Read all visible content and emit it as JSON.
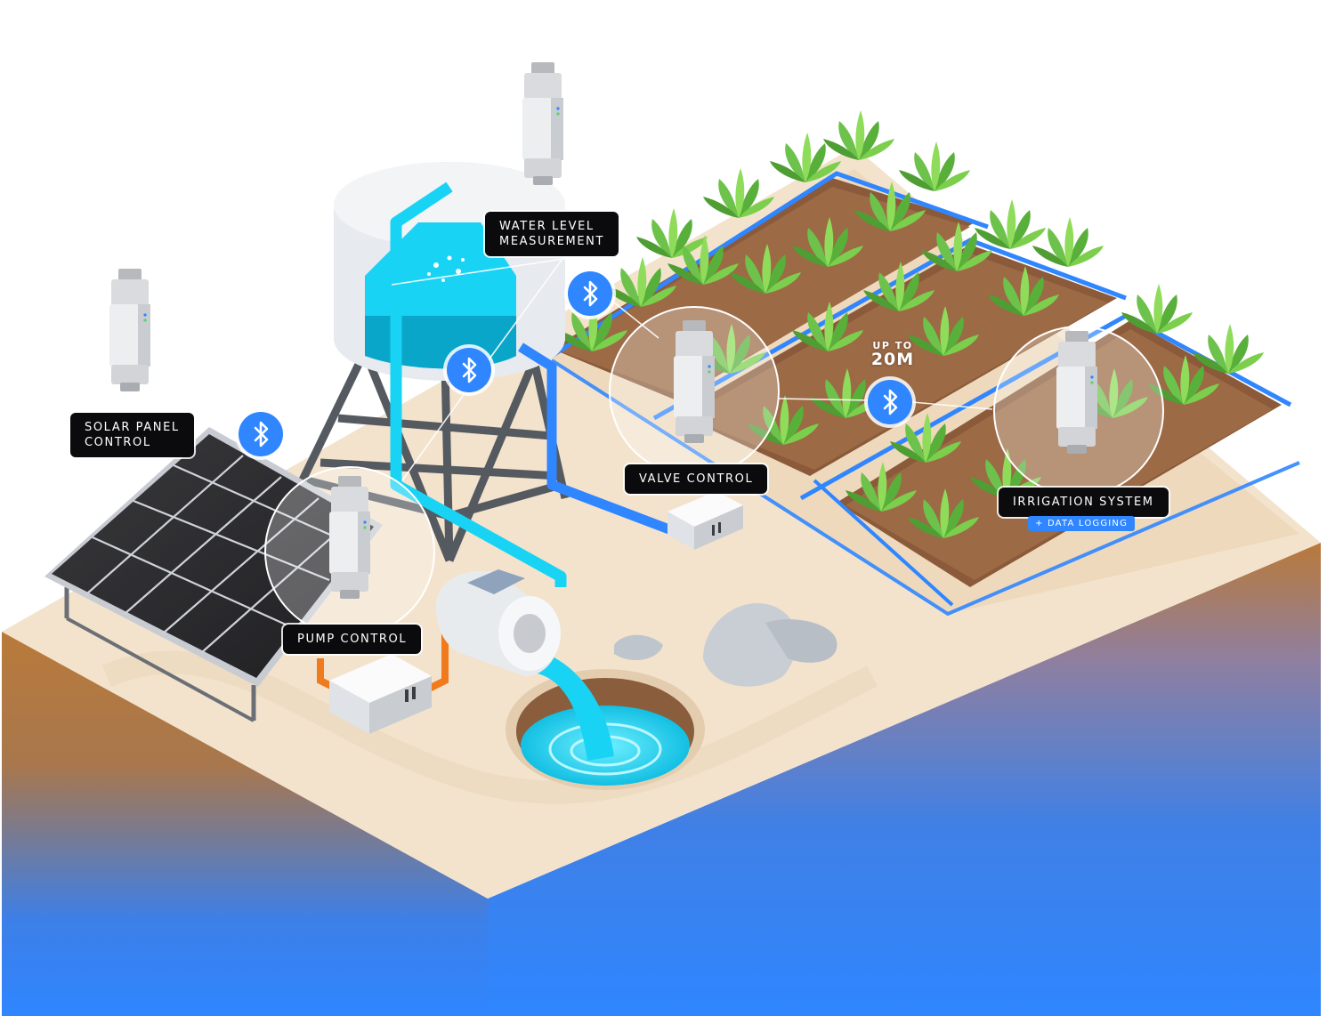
{
  "labels": {
    "water_level": "WATER LEVEL\nMEASUREMENT",
    "solar_panel": "SOLAR PANEL\nCONTROL",
    "valve": "VALVE CONTROL",
    "pump": "PUMP CONTROL",
    "irrigation": "IRRIGATION SYSTEM",
    "irrigation_badge": "+ DATA LOGGING"
  },
  "range": {
    "prefix": "UP TO",
    "value": "20M"
  },
  "icons": [
    "bluetooth-icon",
    "din-rail-controller-icon",
    "solar-panel-icon",
    "water-tower-icon",
    "pump-icon",
    "well-icon",
    "plant-icon",
    "rock-icon"
  ],
  "colors": {
    "bluetooth": "#2f86ff",
    "water": "#19d3f5",
    "pipe_orange": "#f07a1e",
    "soil": "#8b5a3a",
    "sand": "#f3e3cd",
    "ground_gradient_bottom": "#2f86ff",
    "label_bg": "#0b0b0d"
  }
}
